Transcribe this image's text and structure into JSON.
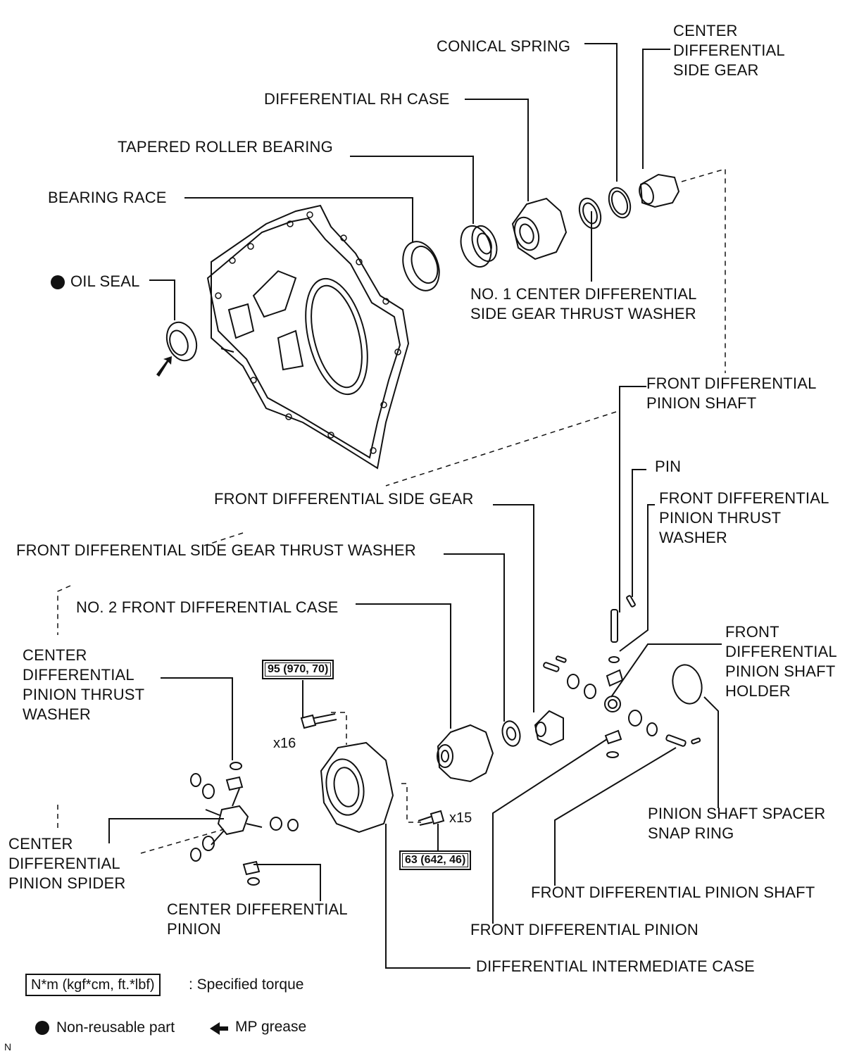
{
  "labels": {
    "conical_spring": "CONICAL SPRING",
    "center_diff_side_gear": [
      "CENTER",
      "DIFFERENTIAL",
      "SIDE GEAR"
    ],
    "diff_rh_case": "DIFFERENTIAL RH CASE",
    "tapered_roller_bearing": "TAPERED ROLLER BEARING",
    "bearing_race": "BEARING RACE",
    "oil_seal": "OIL SEAL",
    "no1_thrust_washer": [
      "NO. 1 CENTER DIFFERENTIAL",
      "SIDE GEAR THRUST WASHER"
    ],
    "front_diff_pinion_shaft_top": [
      "FRONT DIFFERENTIAL",
      "PINION SHAFT"
    ],
    "pin": "PIN",
    "front_diff_side_gear": "FRONT DIFFERENTIAL SIDE GEAR",
    "front_diff_pinion_thrust_washer": [
      "FRONT DIFFERENTIAL",
      "PINION THRUST",
      "WASHER"
    ],
    "front_diff_side_gear_thrust_washer": "FRONT DIFFERENTIAL SIDE GEAR THRUST WASHER",
    "no2_front_diff_case": "NO. 2 FRONT DIFFERENTIAL CASE",
    "center_diff_pinion_thrust_washer": [
      "CENTER",
      "DIFFERENTIAL",
      "PINION THRUST",
      "WASHER"
    ],
    "front_diff_pinion_shaft_holder": [
      "FRONT",
      "DIFFERENTIAL",
      "PINION SHAFT",
      "HOLDER"
    ],
    "pinion_shaft_spacer_snap_ring": [
      "PINION SHAFT SPACER",
      "SNAP RING"
    ],
    "center_diff_pinion_spider": [
      "CENTER",
      "DIFFERENTIAL",
      "PINION SPIDER"
    ],
    "front_diff_pinion_shaft_bottom": "FRONT DIFFERENTIAL PINION SHAFT",
    "center_diff_pinion": [
      "CENTER DIFFERENTIAL",
      "PINION"
    ],
    "front_diff_pinion": "FRONT DIFFERENTIAL PINION",
    "diff_intermediate_case": "DIFFERENTIAL INTERMEDIATE CASE"
  },
  "torques": {
    "bolt_upper": "95 (970, 70)",
    "bolt_lower": "63 (642, 46)"
  },
  "quantities": {
    "bolt_upper": "x16",
    "bolt_lower": "x15"
  },
  "legend": {
    "torque_box": "N*m (kgf*cm, ft.*lbf)",
    "torque_text": ": Specified torque",
    "non_reusable": "Non-reusable part",
    "grease": "MP grease"
  },
  "corner_mark": "N"
}
